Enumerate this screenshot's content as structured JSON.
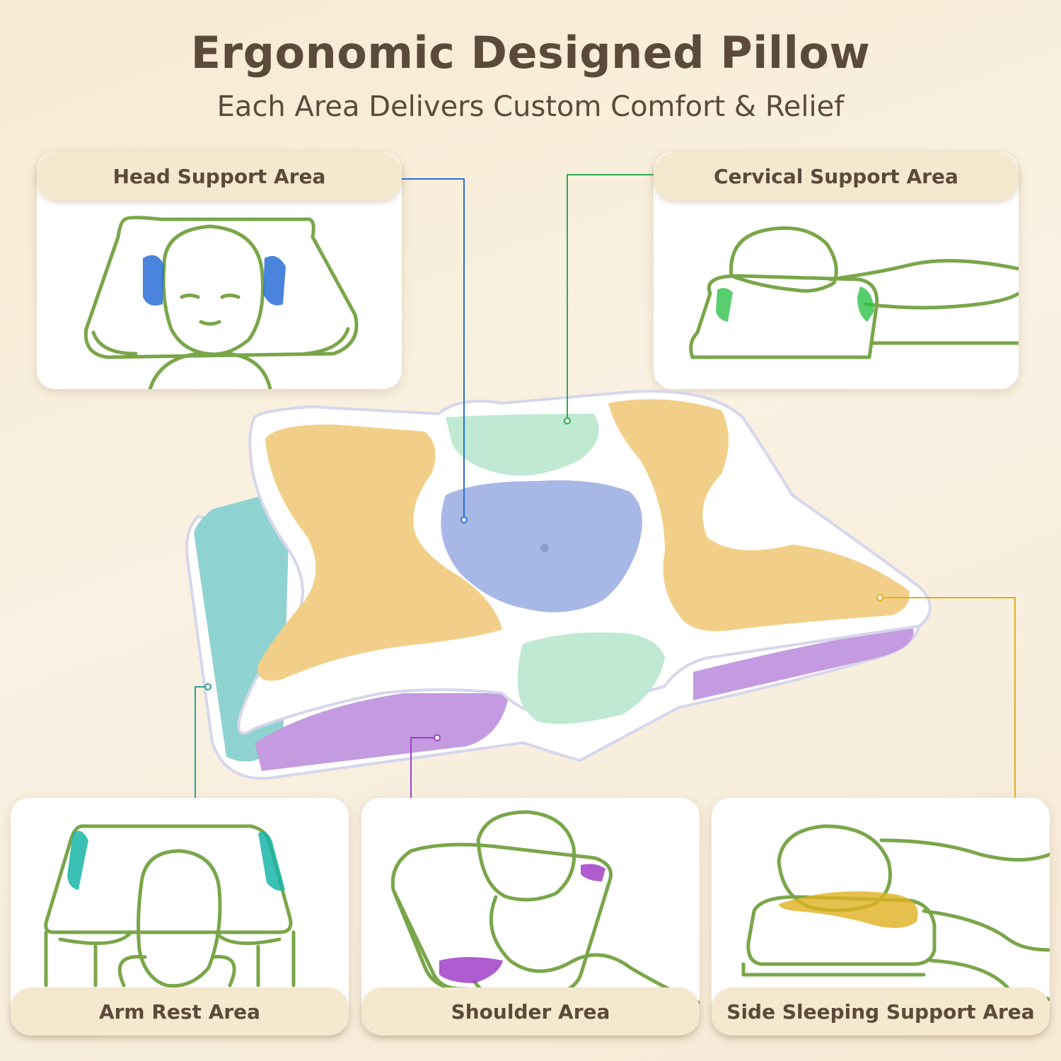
{
  "header": {
    "title": "Ergonomic Designed Pillow",
    "subtitle": "Each Area Delivers Custom Comfort & Relief"
  },
  "areas": {
    "head": {
      "label": "Head Support Area",
      "color": "#2a6fd6"
    },
    "cervical": {
      "label": "Cervical Support Area",
      "color": "#2fa84a"
    },
    "arm": {
      "label": "Arm Rest Area",
      "color": "#2f9f95"
    },
    "shoulder": {
      "label": "Shoulder Area",
      "color": "#a040c8"
    },
    "side": {
      "label": "Side Sleeping Support Area",
      "color": "#e0b020"
    }
  },
  "colors": {
    "outline": "#7aa64a",
    "label_bg": "#f4e8cf",
    "text": "#5b4a3a",
    "zone_yellow": "#f2cf88",
    "zone_mint": "#bfe9d2",
    "zone_blue": "#a8b8e6",
    "zone_teal": "#8fd3d0",
    "zone_purple": "#c49be0"
  }
}
